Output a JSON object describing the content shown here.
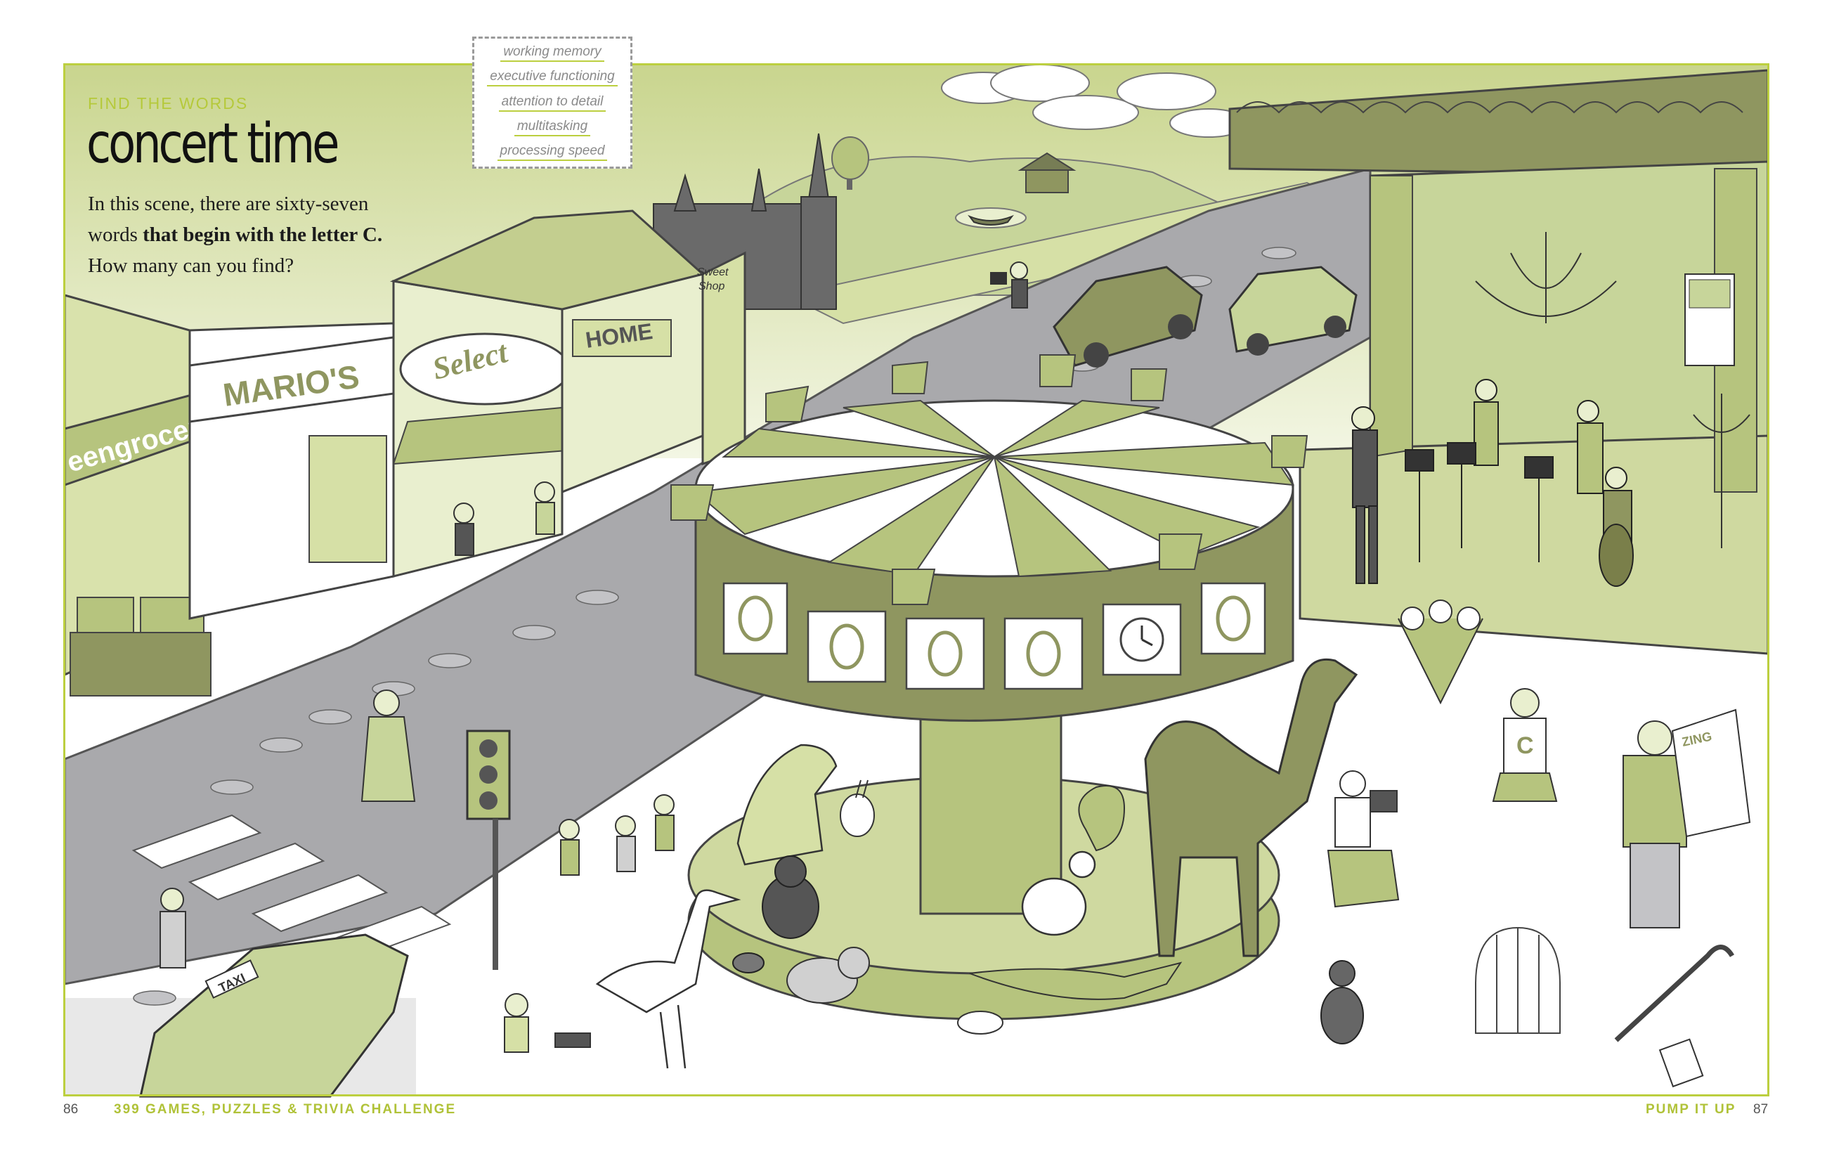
{
  "skills": [
    "working memory",
    "executive functioning",
    "attention to detail",
    "multitasking",
    "processing speed"
  ],
  "puzzle": {
    "kicker": "FIND THE WORDS",
    "title": "concert time",
    "intro_line1": "In this scene, there are sixty-seven",
    "intro_line2_a": "words ",
    "intro_line2_b": "that begin with the letter C.",
    "intro_line3": "How many can you find?"
  },
  "footer": {
    "left_page": "86",
    "left_running_head": "399 GAMES, PUZZLES & TRIVIA CHALLENGE",
    "right_running_head": "PUMP IT UP",
    "right_page": "87"
  },
  "scene_text": {
    "greengrocer": "eengrocer",
    "marios": "MARIO'S",
    "select": "Select",
    "home": "HOME",
    "sweet_shop_1": "Sweet",
    "sweet_shop_2": "Shop",
    "taxi": "TAXI",
    "cheer_letter": "C",
    "poster": "ZING"
  },
  "colors": {
    "accent": "#bccf3f",
    "olive": "#8f9660",
    "light_green": "#d6e0a6",
    "pale_green": "#e9efcf",
    "road": "#a9a9ac",
    "pavement": "#e8e8e8"
  }
}
